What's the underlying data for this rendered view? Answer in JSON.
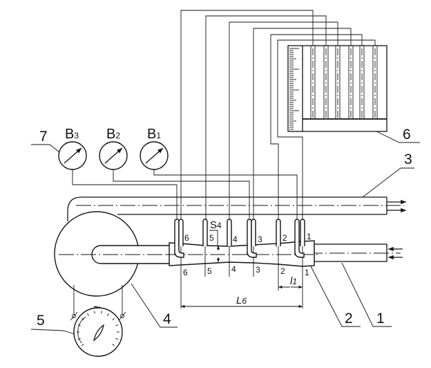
{
  "labels": {
    "pipe_1": "1",
    "nozzle_2": "2",
    "pipe_3": "3",
    "blower_4": "4",
    "wattmeter_5": "5",
    "manometer_6": "6",
    "gauges_7": "7"
  },
  "gauges": [
    {
      "letter": "B",
      "sub": "3"
    },
    {
      "letter": "B",
      "sub": "2"
    },
    {
      "letter": "B",
      "sub": "1"
    }
  ],
  "sections_top": [
    "6",
    "5",
    "4",
    "3",
    "2",
    "1"
  ],
  "sections_bottom": [
    "6",
    "5",
    "4",
    "3",
    "2",
    "1"
  ],
  "dimensions": {
    "s4": {
      "letter": "S",
      "sub": "4"
    },
    "l1": {
      "letter": "l",
      "sub": "1"
    },
    "L6": {
      "letter": "L",
      "sub": "6"
    }
  },
  "wattmeter_symbol": "~"
}
